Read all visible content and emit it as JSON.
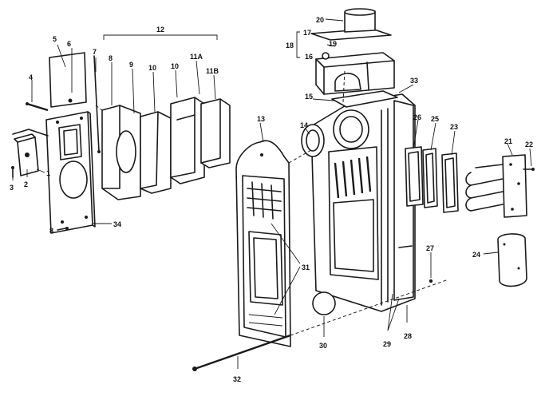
{
  "callouts": [
    {
      "id": "c1",
      "text": "1"
    },
    {
      "id": "c2",
      "text": "2"
    },
    {
      "id": "c3",
      "text": "3"
    },
    {
      "id": "c4",
      "text": "4"
    },
    {
      "id": "c5",
      "text": "5"
    },
    {
      "id": "c6",
      "text": "6"
    },
    {
      "id": "c7",
      "text": "7"
    },
    {
      "id": "c8a",
      "text": "8"
    },
    {
      "id": "c8b",
      "text": "8"
    },
    {
      "id": "c9",
      "text": "9"
    },
    {
      "id": "c10a",
      "text": "10"
    },
    {
      "id": "c10b",
      "text": "10"
    },
    {
      "id": "c11a",
      "text": "11A"
    },
    {
      "id": "c11b",
      "text": "11B"
    },
    {
      "id": "c12",
      "text": "12"
    },
    {
      "id": "c13",
      "text": "13"
    },
    {
      "id": "c14",
      "text": "14"
    },
    {
      "id": "c15",
      "text": "15"
    },
    {
      "id": "c16",
      "text": "16"
    },
    {
      "id": "c17",
      "text": "17"
    },
    {
      "id": "c18",
      "text": "18"
    },
    {
      "id": "c19",
      "text": "19"
    },
    {
      "id": "c20",
      "text": "20"
    },
    {
      "id": "c21",
      "text": "21"
    },
    {
      "id": "c22",
      "text": "22"
    },
    {
      "id": "c23",
      "text": "23"
    },
    {
      "id": "c24",
      "text": "24"
    },
    {
      "id": "c25",
      "text": "25"
    },
    {
      "id": "c26",
      "text": "26"
    },
    {
      "id": "c27",
      "text": "27"
    },
    {
      "id": "c28",
      "text": "28"
    },
    {
      "id": "c29",
      "text": "29"
    },
    {
      "id": "c30",
      "text": "30"
    },
    {
      "id": "c31",
      "text": "31"
    },
    {
      "id": "c32",
      "text": "32"
    },
    {
      "id": "c33",
      "text": "33"
    },
    {
      "id": "c34",
      "text": "34"
    }
  ]
}
